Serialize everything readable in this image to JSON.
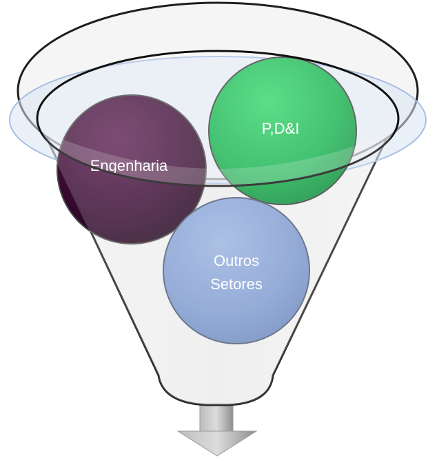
{
  "diagram": {
    "type": "funnel",
    "items": [
      {
        "label": "Engenharia",
        "color": "#3a0b33"
      },
      {
        "label": "P,D&I",
        "color": "#10b04a"
      },
      {
        "label": "Outros Setores",
        "color": "#7f9bd0"
      }
    ]
  },
  "colors": {
    "funnel_body": "#eeeeee",
    "funnel_outline": "#222222",
    "rim_ellipse": "#a7bde4",
    "arrow": "#9a9a9a"
  }
}
